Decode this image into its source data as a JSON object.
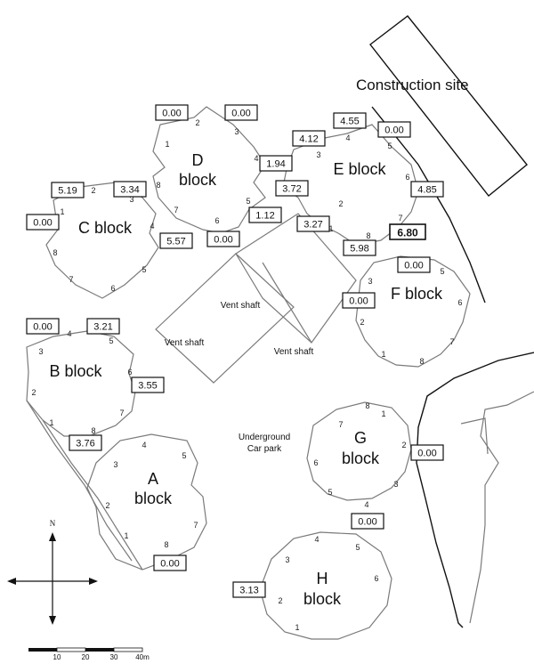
{
  "site": {
    "label": "Construction site"
  },
  "areas": [
    {
      "id": "vent-1",
      "label": "Vent shaft"
    },
    {
      "id": "vent-2",
      "label": "Vent shaft"
    },
    {
      "id": "vent-3",
      "label": "Vent shaft"
    },
    {
      "id": "car-park-1",
      "label": "Underground"
    },
    {
      "id": "car-park-2",
      "label": "Car park"
    }
  ],
  "blocks": [
    {
      "id": "A",
      "line1": "A",
      "line2": "block"
    },
    {
      "id": "B",
      "line1": "B block",
      "line2": ""
    },
    {
      "id": "C",
      "line1": "C block",
      "line2": ""
    },
    {
      "id": "D",
      "line1": "D",
      "line2": "block"
    },
    {
      "id": "E",
      "line1": "E block",
      "line2": ""
    },
    {
      "id": "F",
      "line1": "F block",
      "line2": ""
    },
    {
      "id": "G",
      "line1": "G",
      "line2": "block"
    },
    {
      "id": "H",
      "line1": "H",
      "line2": "block"
    }
  ],
  "readings": [
    {
      "id": "d-top-left",
      "value": "0.00"
    },
    {
      "id": "d-top-right",
      "value": "0.00"
    },
    {
      "id": "e-top-left",
      "value": "4.55"
    },
    {
      "id": "e-top-right",
      "value": "0.00"
    },
    {
      "id": "e-left",
      "value": "4.12"
    },
    {
      "id": "d-right",
      "value": "1.94"
    },
    {
      "id": "e-mid",
      "value": "3.72"
    },
    {
      "id": "e-right",
      "value": "4.85"
    },
    {
      "id": "d-low",
      "value": "1.12"
    },
    {
      "id": "e-low",
      "value": "3.27"
    },
    {
      "id": "c-top-left",
      "value": "5.19"
    },
    {
      "id": "c-top-right",
      "value": "3.34"
    },
    {
      "id": "c-left",
      "value": "0.00"
    },
    {
      "id": "c-right",
      "value": "5.57"
    },
    {
      "id": "d-bottom",
      "value": "0.00"
    },
    {
      "id": "e-bottom",
      "value": "5.98"
    },
    {
      "id": "e-bottom-right",
      "value": "6.80",
      "bold": true
    },
    {
      "id": "f-top",
      "value": "0.00"
    },
    {
      "id": "f-left",
      "value": "0.00"
    },
    {
      "id": "b-top-left",
      "value": "0.00"
    },
    {
      "id": "b-top-right",
      "value": "3.21"
    },
    {
      "id": "b-right",
      "value": "3.55"
    },
    {
      "id": "b-bottom",
      "value": "3.76"
    },
    {
      "id": "g-right",
      "value": "0.00"
    },
    {
      "id": "g-bottom",
      "value": "0.00"
    },
    {
      "id": "a-bottom",
      "value": "0.00"
    },
    {
      "id": "h-left",
      "value": "3.13"
    }
  ],
  "unit_numbers": [
    {
      "block": "D",
      "nums": [
        "1",
        "2",
        "3",
        "4",
        "5",
        "6",
        "7",
        "8"
      ]
    },
    {
      "block": "E",
      "nums": [
        "1",
        "2",
        "3",
        "4",
        "5",
        "6",
        "7",
        "8"
      ]
    },
    {
      "block": "C",
      "nums": [
        "1",
        "2",
        "3",
        "4",
        "5",
        "6",
        "7",
        "8"
      ]
    },
    {
      "block": "F",
      "nums": [
        "1",
        "2",
        "3",
        "5",
        "6",
        "7",
        "8"
      ]
    },
    {
      "block": "B",
      "nums": [
        "1",
        "2",
        "3",
        "4",
        "5",
        "6",
        "7",
        "8"
      ]
    },
    {
      "block": "A",
      "nums": [
        "1",
        "2",
        "3",
        "4",
        "5",
        "7",
        "8"
      ]
    },
    {
      "block": "G",
      "nums": [
        "1",
        "2",
        "3",
        "4",
        "5",
        "6",
        "7",
        "8"
      ]
    },
    {
      "block": "H",
      "nums": [
        "1",
        "2",
        "3",
        "4",
        "5",
        "6"
      ]
    }
  ],
  "compass": {
    "north": "N"
  },
  "scale_bar": {
    "ticks": [
      "10",
      "20",
      "30",
      "40m"
    ]
  }
}
